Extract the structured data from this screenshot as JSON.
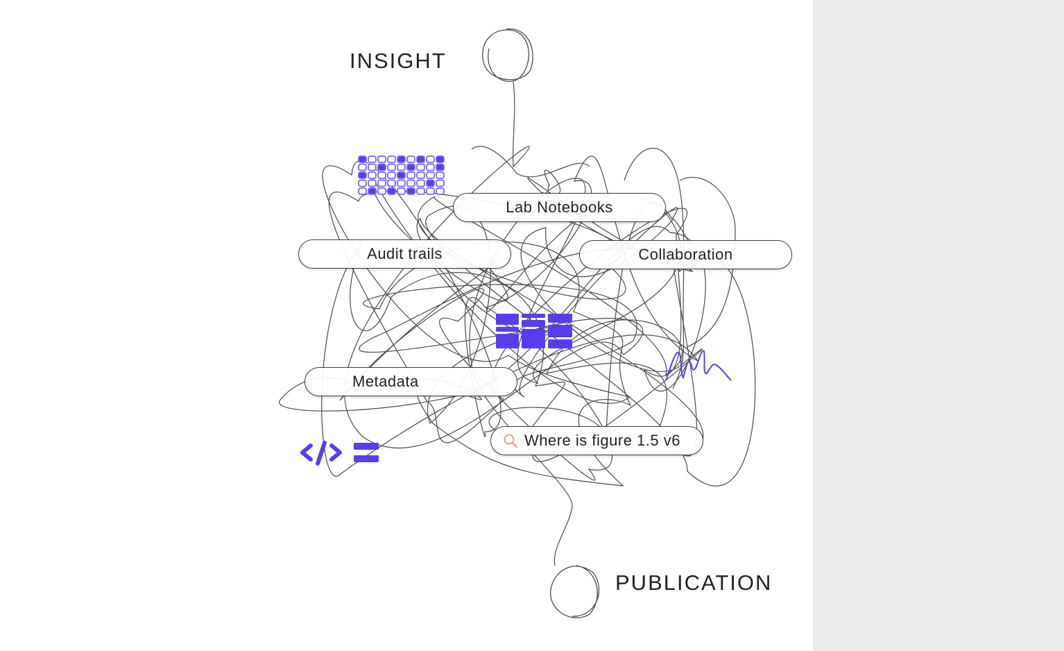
{
  "labels": {
    "start": "INSIGHT",
    "end": "PUBLICATION"
  },
  "pills": {
    "lab_notebooks": "Lab Notebooks",
    "audit_trails": "Audit trails",
    "collaboration": "Collaboration",
    "metadata": "Metadata",
    "search": "Where is figure 1.5 v6"
  },
  "icons": [
    "dot-grid-icon",
    "table-grid-icon",
    "code-icon",
    "signature-icon",
    "search-icon"
  ],
  "colors": {
    "accent": "#5a3cf0",
    "line": "#4a4a4a",
    "side_panel": "#edecea",
    "search_icon": "#e0a090"
  }
}
